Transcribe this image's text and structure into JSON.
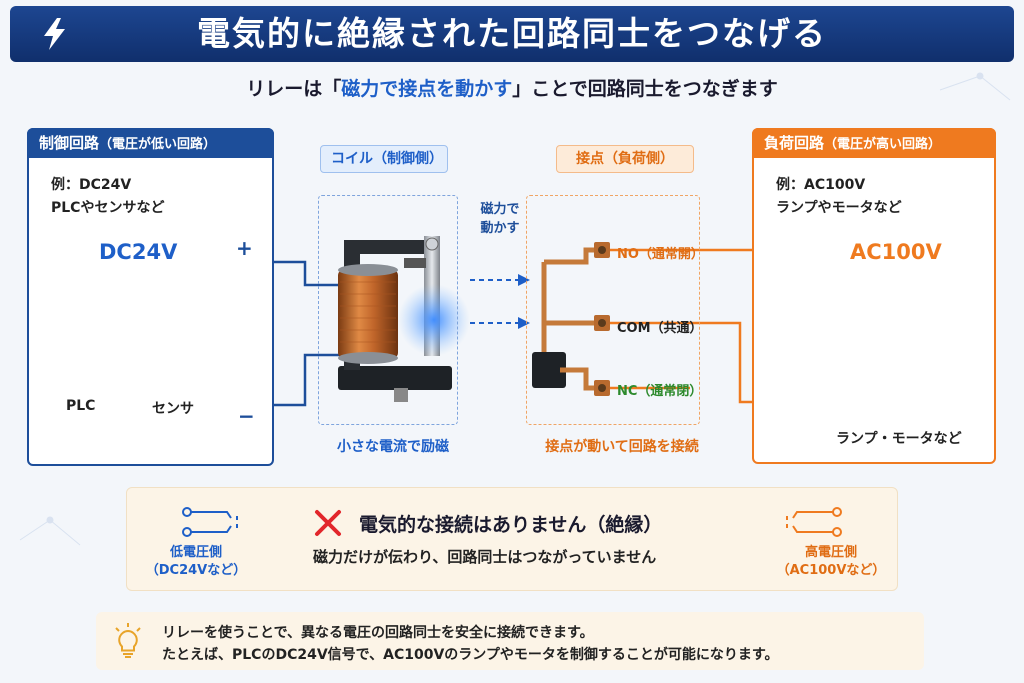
{
  "header": {
    "title": "電気的に絶縁された回路同士をつなげる"
  },
  "subtitle": {
    "prefix": "リレーは「",
    "highlight": "磁力で接点を動かす",
    "suffix": "」ことで回路同士をつなぎます"
  },
  "control_panel": {
    "title": "制御回路",
    "title_note": "（電圧が低い回路）",
    "desc_line1": "例：DC24V",
    "desc_line2": "PLCやセンサなど",
    "voltage": "DC24V",
    "plc_label": "PLC",
    "sensor_label": "センサ",
    "plus": "+",
    "minus": "−"
  },
  "coil": {
    "tag": "コイル（制御側）",
    "caption": "小さな電流で励磁"
  },
  "magnet": {
    "line1": "磁力で",
    "line2": "動かす"
  },
  "contact": {
    "tag": "接点（負荷側）",
    "caption": "接点が動いて回路を接続",
    "no_label": "NO（通常開）",
    "com_label": "COM（共通）",
    "nc_label": "NC（通常閉）"
  },
  "load_panel": {
    "title": "負荷回路",
    "title_note": "（電圧が高い回路）",
    "desc_line1": "例：AC100V",
    "desc_line2": "ランプやモータなど",
    "voltage": "AC100V",
    "lamp_label": "ランプ・モータなど"
  },
  "isolation": {
    "title": "電気的な接続はありません（絶縁）",
    "sub": "磁力だけが伝わり、回路同士はつながっていません",
    "low_line1": "低電圧側",
    "low_line2": "（DC24Vなど）",
    "high_line1": "高電圧側",
    "high_line2": "（AC100Vなど）"
  },
  "note": {
    "line1": "リレーを使うことで、異なる電圧の回路同士を安全に接続できます。",
    "line2": "たとえば、PLCのDC24V信号で、AC100Vのランプやモータを制御することが可能になります。"
  },
  "colors": {
    "control": "#1d4e9a",
    "load": "#ef7a1f",
    "header": "#163b80"
  }
}
